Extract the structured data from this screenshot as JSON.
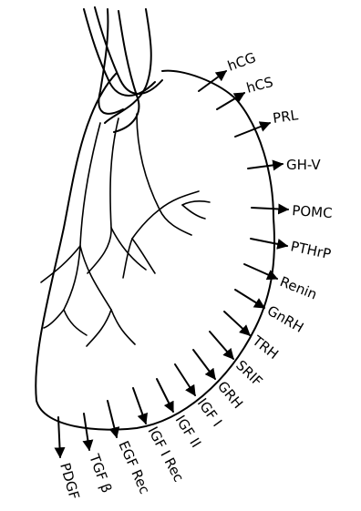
{
  "diagram": {
    "labels": [
      "hCG",
      "hCS",
      "PRL",
      "GH-V",
      "POMC",
      "PTHrP",
      "Renin",
      "GnRH",
      "TRH",
      "SRIF",
      "GRH",
      "IGF I",
      "IGF II",
      "IGF I Rec",
      "EGF Rec",
      "TGF β",
      "PDGF"
    ]
  }
}
